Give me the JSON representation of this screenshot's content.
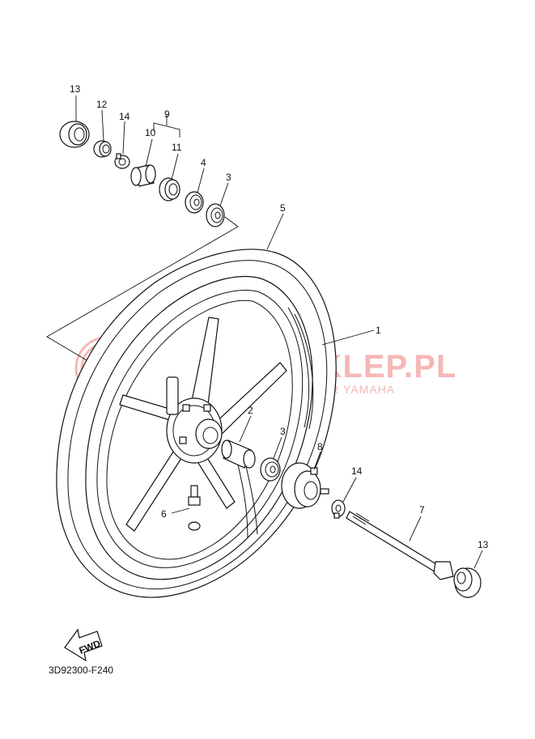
{
  "watermark": {
    "title": "YAMAHASKLEP.PL",
    "subtitle": "AUTORYZOWANY DEALER YAMAHA",
    "color": "#f2a0a0"
  },
  "callouts": {
    "c1": "1",
    "c2": "2",
    "c3a": "3",
    "c3b": "3",
    "c4": "4",
    "c5": "5",
    "c6": "6",
    "c7": "7",
    "c8": "8",
    "c9": "9",
    "c10": "10",
    "c11": "11",
    "c12": "12",
    "c13a": "13",
    "c13b": "13",
    "c14a": "14",
    "c14b": "14"
  },
  "fwd_label": "FWD",
  "diagram_code": "3D92300-F240"
}
